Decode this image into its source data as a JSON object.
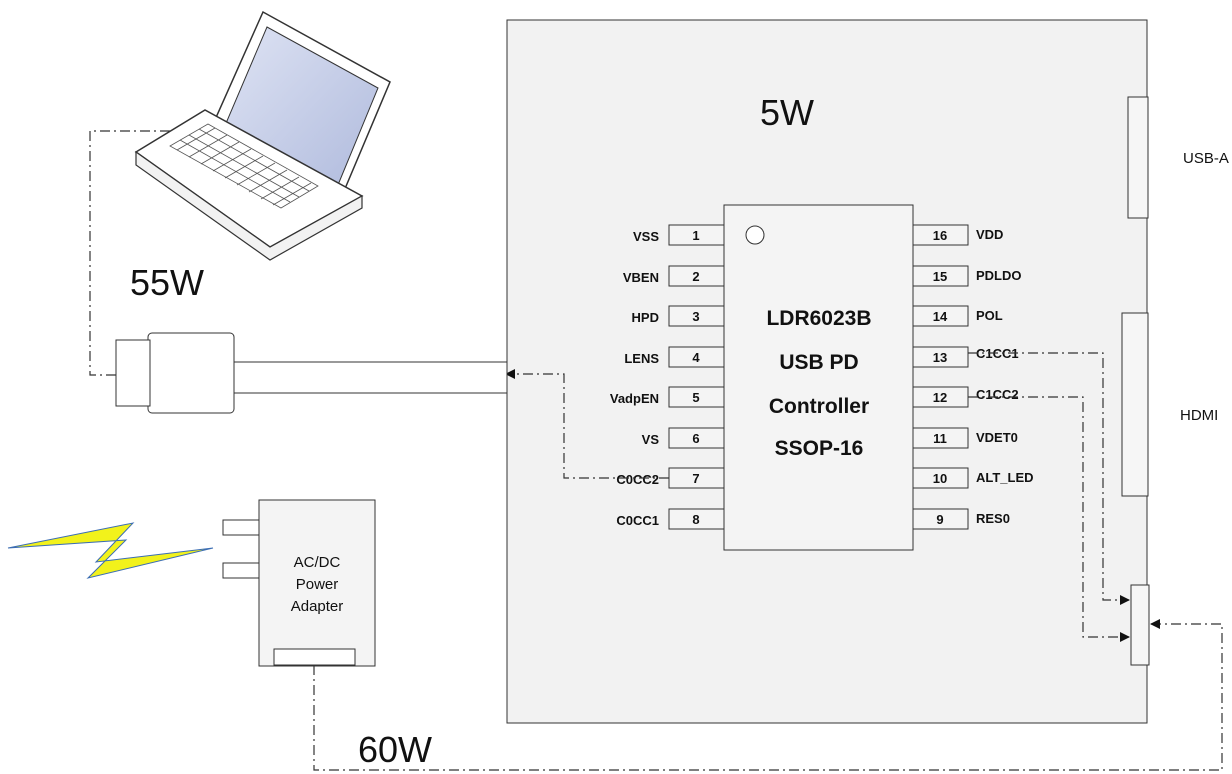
{
  "labels": {
    "board_power": "5W",
    "laptop_power": "55W",
    "adapter_power": "60W",
    "usb_a": "USB-A",
    "hdmi": "HDMI"
  },
  "chip": {
    "line1": "LDR6023B",
    "line2": "USB PD",
    "line3": "Controller",
    "line4": "SSOP-16",
    "left_pins": [
      {
        "num": "1",
        "name": "VSS"
      },
      {
        "num": "2",
        "name": "VBEN"
      },
      {
        "num": "3",
        "name": "HPD"
      },
      {
        "num": "4",
        "name": "LENS"
      },
      {
        "num": "5",
        "name": "VadpEN"
      },
      {
        "num": "6",
        "name": "VS"
      },
      {
        "num": "7",
        "name": "C0CC2"
      },
      {
        "num": "8",
        "name": "C0CC1"
      }
    ],
    "right_pins": [
      {
        "num": "16",
        "name": "VDD"
      },
      {
        "num": "15",
        "name": "PDLDO"
      },
      {
        "num": "14",
        "name": "POL"
      },
      {
        "num": "13",
        "name": "C1CC1"
      },
      {
        "num": "12",
        "name": "C1CC2"
      },
      {
        "num": "11",
        "name": "VDET0"
      },
      {
        "num": "10",
        "name": "ALT_LED"
      },
      {
        "num": "9",
        "name": "RES0"
      }
    ]
  },
  "adapter": {
    "line1": "AC/DC",
    "line2": "Power",
    "line3": "Adapter"
  },
  "colors": {
    "board_fill": "#f2f2f2",
    "laptop_screen": "#c9d1ea",
    "bolt": "#f2f21b",
    "outline": "#333333"
  }
}
